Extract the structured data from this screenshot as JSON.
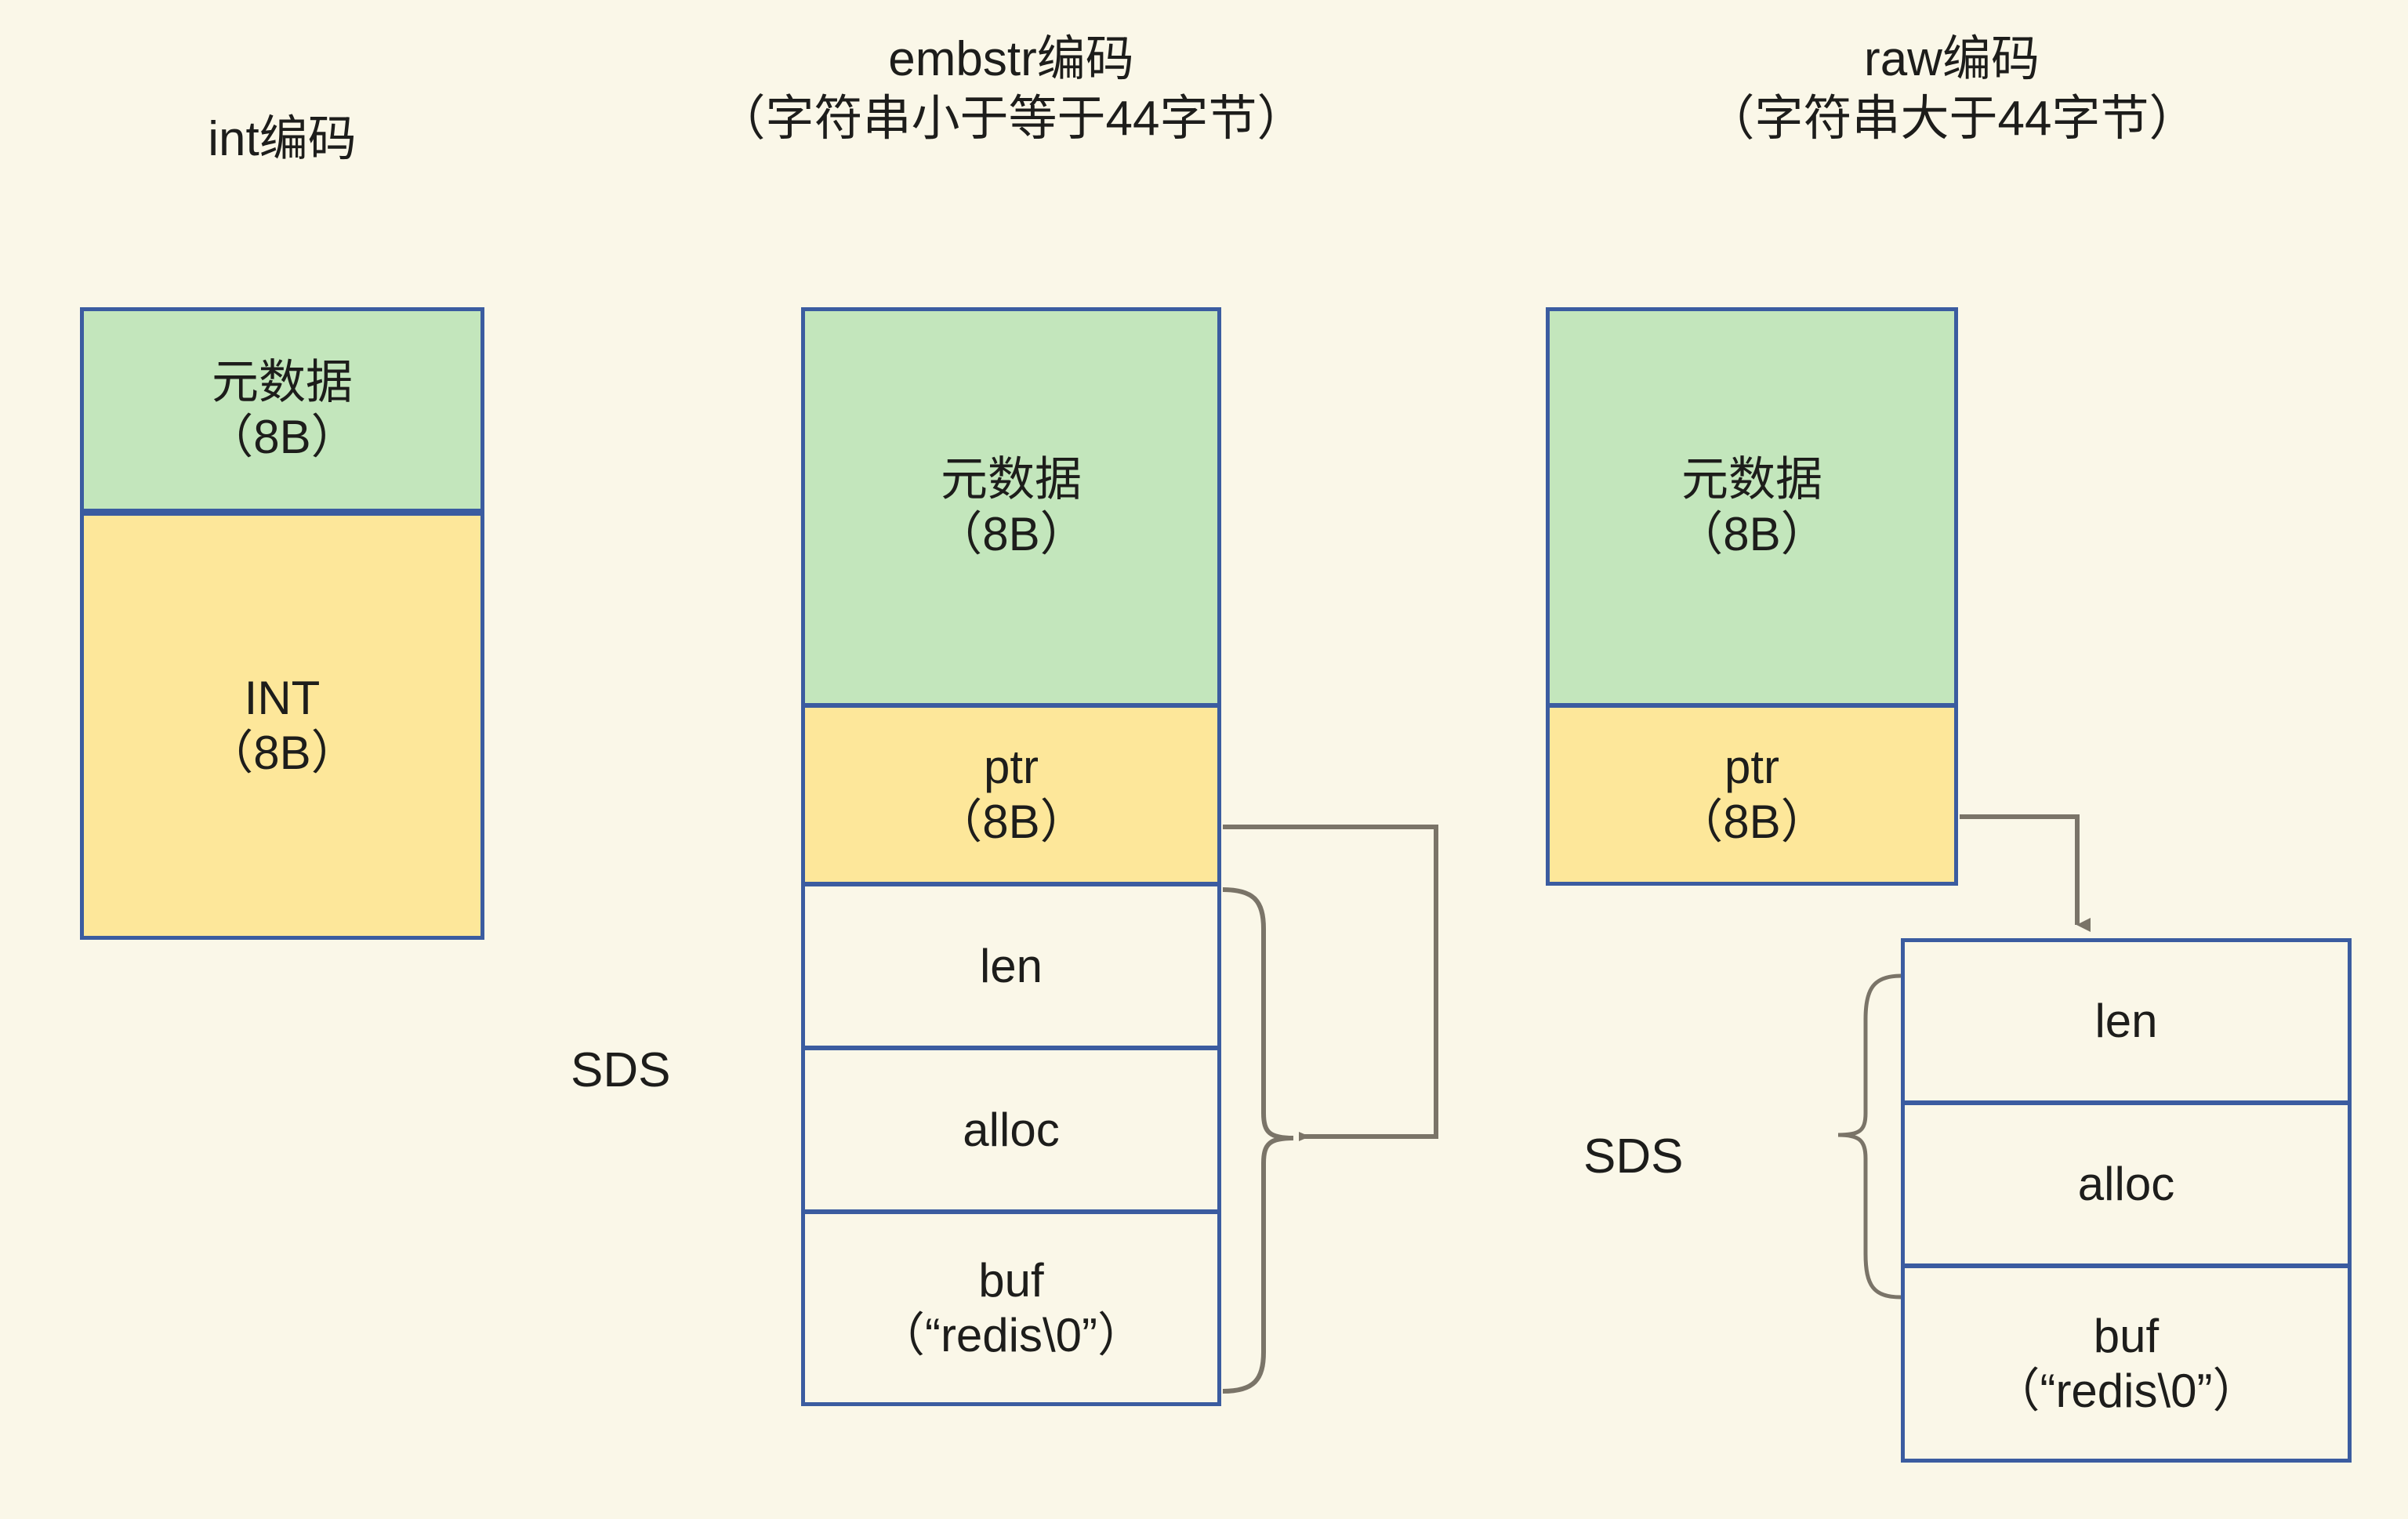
{
  "background_color": "#FAF7E8",
  "colors": {
    "metadata_fill": "#C3E6BC",
    "pointer_fill": "#FDE79A",
    "plain_fill": "#FAF7E8",
    "border": "#3B5CA0",
    "connector": "#7A7468",
    "text": "#1D1D1B"
  },
  "columns": [
    {
      "id": "int",
      "heading_lines": [
        "int编码"
      ],
      "blocks": [
        {
          "id": "int-meta",
          "lines": [
            "元数据",
            "（8B）"
          ],
          "fill": "metadata_fill"
        },
        {
          "id": "int-value",
          "lines": [
            "INT",
            "（8B）"
          ],
          "fill": "pointer_fill"
        }
      ]
    },
    {
      "id": "embstr",
      "heading_lines": [
        "embstr编码",
        "（字符串小于等于44字节）"
      ],
      "sds_label": "SDS",
      "blocks": [
        {
          "id": "emb-meta",
          "lines": [
            "元数据",
            "（8B）"
          ],
          "fill": "metadata_fill"
        },
        {
          "id": "emb-ptr",
          "lines": [
            "ptr",
            "（8B）"
          ],
          "fill": "pointer_fill"
        },
        {
          "id": "emb-len",
          "lines": [
            "len"
          ],
          "fill": "plain_fill"
        },
        {
          "id": "emb-alloc",
          "lines": [
            "alloc"
          ],
          "fill": "plain_fill"
        },
        {
          "id": "emb-buf",
          "lines": [
            "buf",
            "（“redis\\0”）"
          ],
          "fill": "plain_fill"
        }
      ]
    },
    {
      "id": "raw",
      "heading_lines": [
        "raw编码",
        "（字符串大于44字节）"
      ],
      "sds_label": "SDS",
      "blocks": [
        {
          "id": "raw-meta",
          "lines": [
            "元数据",
            "（8B）"
          ],
          "fill": "metadata_fill"
        },
        {
          "id": "raw-ptr",
          "lines": [
            "ptr",
            "（8B）"
          ],
          "fill": "pointer_fill"
        },
        {
          "id": "raw-len",
          "lines": [
            "len"
          ],
          "fill": "plain_fill"
        },
        {
          "id": "raw-alloc",
          "lines": [
            "alloc"
          ],
          "fill": "plain_fill"
        },
        {
          "id": "raw-buf",
          "lines": [
            "buf",
            "（“redis\\0”）"
          ],
          "fill": "plain_fill"
        }
      ]
    }
  ],
  "headings": {
    "int_line1": "int编码",
    "embstr_line1": "embstr编码",
    "embstr_line2": "（字符串小于等于44字节）",
    "raw_line1": "raw编码",
    "raw_line2": "（字符串大于44字节）"
  },
  "labels": {
    "metadata": "元数据",
    "size_8b": "（8B）",
    "int": "INT",
    "ptr": "ptr",
    "len": "len",
    "alloc": "alloc",
    "buf": "buf",
    "buf_value": "（“redis\\0”）",
    "sds": "SDS"
  }
}
